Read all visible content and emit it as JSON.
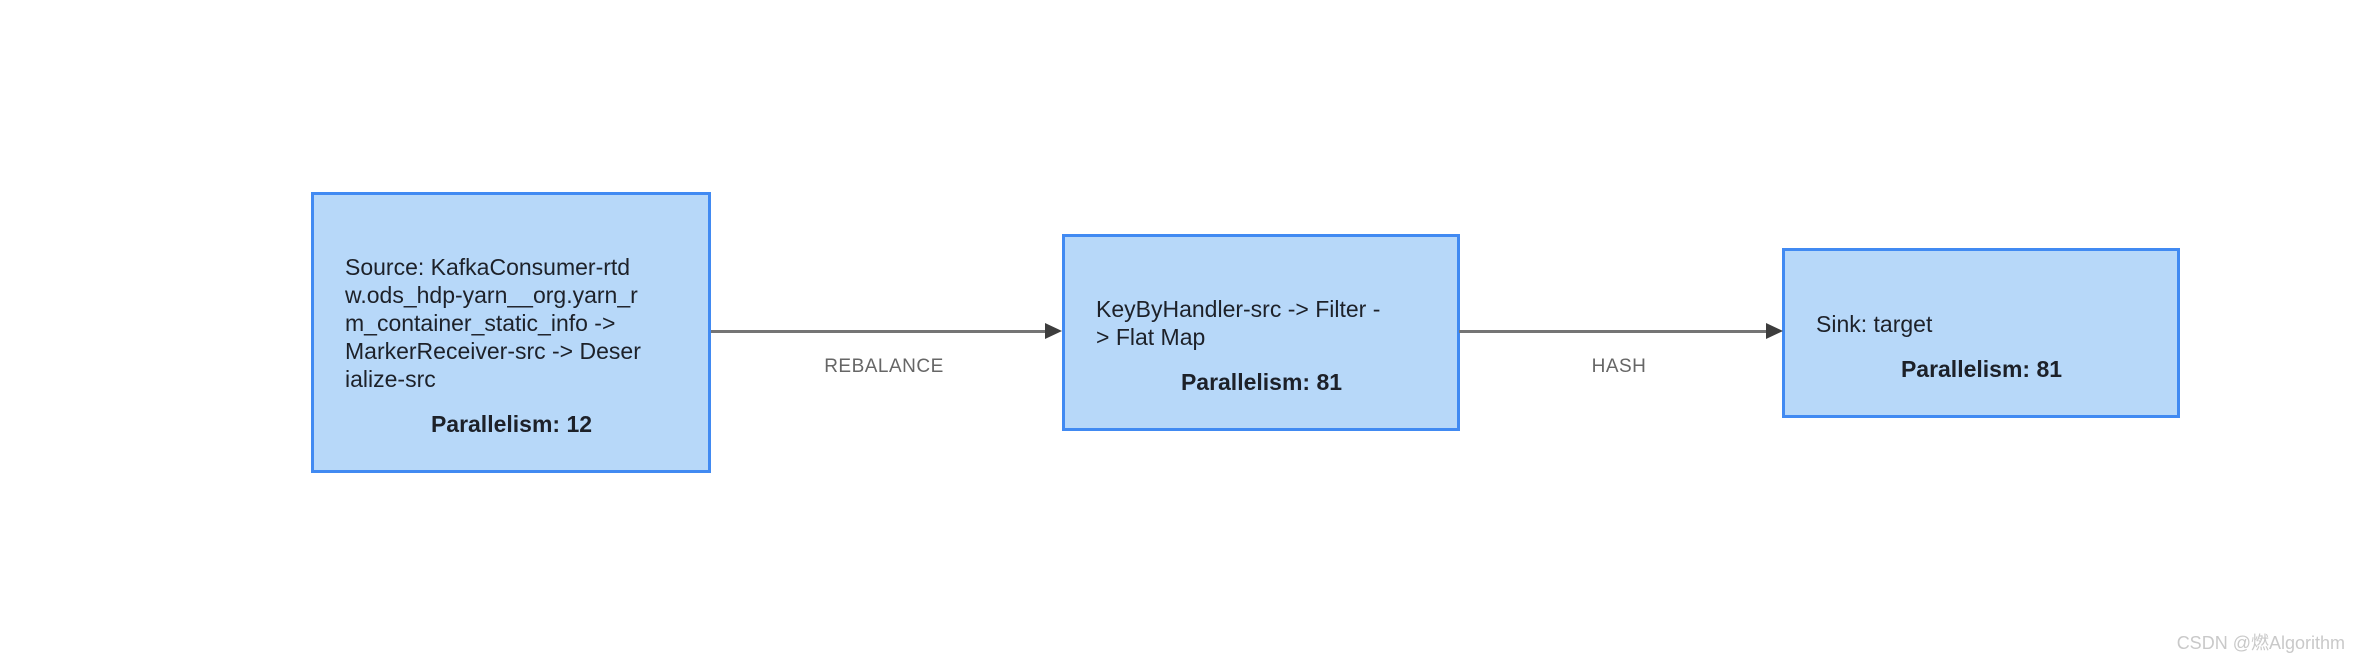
{
  "colors": {
    "background": "#ffffff",
    "node_fill": "#b7d8f9",
    "node_border": "#418af2",
    "node_text": "#1d2129",
    "edge_line": "#757575",
    "edge_arrow": "#3d3d3d",
    "edge_label": "#666666",
    "watermark": "#c9c9c9"
  },
  "graph": {
    "type": "dataflow-job-graph",
    "nodes": [
      {
        "id": "source",
        "label": "Source: KafkaConsumer-rtd\nw.ods_hdp-yarn__org.yarn_r\nm_container_static_info ->\nMarkerReceiver-src -> Deser\nialize-src",
        "full_name": "Source: KafkaConsumer-rtdw.ods_hdp-yarn__org.yarn_rm_container_static_info -> MarkerReceiver-src -> Deserialize-src",
        "parallelism_label": "Parallelism: 12",
        "parallelism": 12
      },
      {
        "id": "keyby",
        "label": "KeyByHandler-src -> Filter -\n> Flat Map",
        "full_name": "KeyByHandler-src -> Filter -> Flat Map",
        "parallelism_label": "Parallelism: 81",
        "parallelism": 81
      },
      {
        "id": "sink",
        "label": "Sink: target",
        "full_name": "Sink: target",
        "parallelism_label": "Parallelism: 81",
        "parallelism": 81
      }
    ],
    "edges": [
      {
        "from": "source",
        "to": "keyby",
        "label": "REBALANCE"
      },
      {
        "from": "keyby",
        "to": "sink",
        "label": "HASH"
      }
    ]
  },
  "watermark": {
    "text": "CSDN @燃Algorithm"
  }
}
